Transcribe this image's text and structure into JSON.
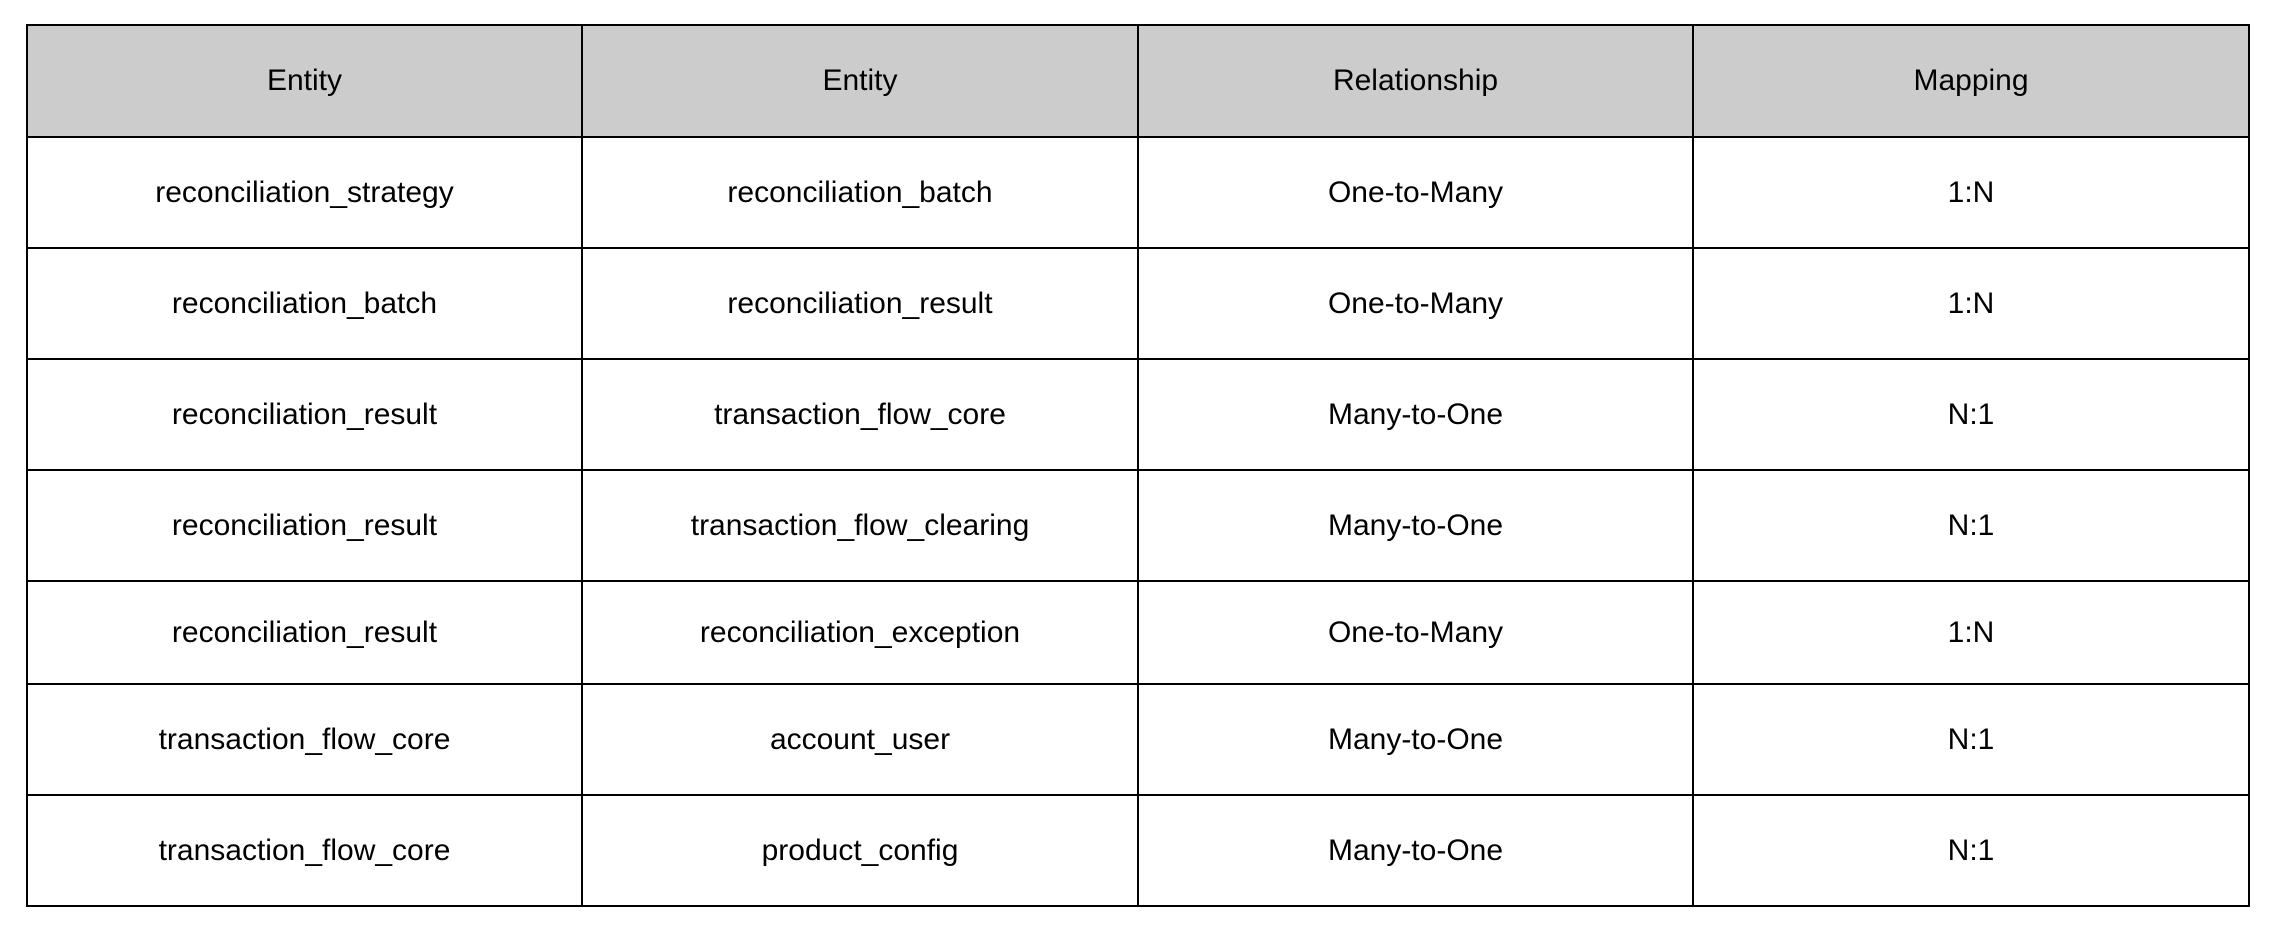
{
  "table": {
    "headers": [
      "Entity",
      "Entity",
      "Relationship",
      "Mapping"
    ],
    "rows": [
      [
        "reconciliation_strategy",
        "reconciliation_batch",
        "One-to-Many",
        "1:N"
      ],
      [
        "reconciliation_batch",
        "reconciliation_result",
        "One-to-Many",
        "1:N"
      ],
      [
        "reconciliation_result",
        "transaction_flow_core",
        "Many-to-One",
        "N:1"
      ],
      [
        "reconciliation_result",
        "transaction_flow_clearing",
        "Many-to-One",
        "N:1"
      ],
      [
        "reconciliation_result",
        "reconciliation_exception",
        "One-to-Many",
        "1:N"
      ],
      [
        "transaction_flow_core",
        "account_user",
        "Many-to-One",
        "N:1"
      ],
      [
        "transaction_flow_core",
        "product_config",
        "Many-to-One",
        "N:1"
      ]
    ]
  }
}
